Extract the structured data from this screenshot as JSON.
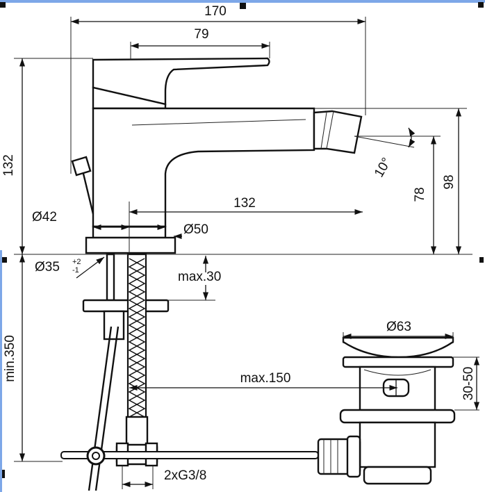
{
  "colors": {
    "line": "#111111",
    "background": "#ffffff",
    "frame_edge": "#7da7e8"
  },
  "dimensions": {
    "overall_width": "170",
    "lever_length": "79",
    "total_height": "132",
    "spout_reach": "132",
    "body_diameter": "Ø42",
    "base_diameter": "Ø50",
    "hole_diameter": "Ø35",
    "hole_tol_plus": "+2",
    "hole_tol_minus": "-1",
    "deck_thickness": "max.30",
    "hose_length": "min.350",
    "flex_reach": "max.150",
    "spout_height_outer": "98",
    "spout_height_inner": "78",
    "swivel_angle": "10°",
    "waste_diameter": "Ø63",
    "waste_height": "30-50",
    "connection": "2xG3/8"
  }
}
